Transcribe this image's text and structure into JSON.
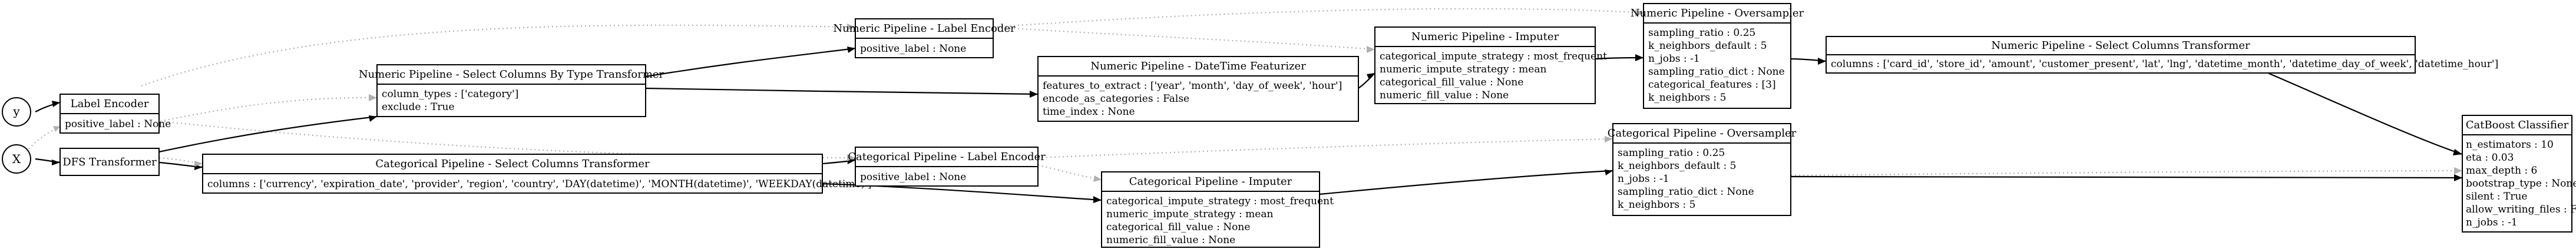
{
  "inputs": {
    "y": "y",
    "x": "X"
  },
  "nodes": {
    "label_encoder": {
      "title": "Label Encoder",
      "rows": [
        "positive_label : None"
      ]
    },
    "dfs_transformer": {
      "title": "DFS Transformer",
      "rows": []
    },
    "num_select_types": {
      "title": "Numeric Pipeline - Select Columns By Type Transformer",
      "rows": [
        "column_types : ['category']",
        "exclude : True"
      ]
    },
    "cat_select_columns": {
      "title": "Categorical Pipeline - Select Columns Transformer",
      "rows": [
        "columns : ['currency', 'expiration_date', 'provider', 'region', 'country', 'DAY(datetime)', 'MONTH(datetime)', 'WEEKDAY(datetime)']"
      ]
    },
    "num_label_encoder": {
      "title": "Numeric Pipeline - Label Encoder",
      "rows": [
        "positive_label : None"
      ]
    },
    "num_datetime": {
      "title": "Numeric Pipeline - DateTime Featurizer",
      "rows": [
        "features_to_extract : ['year', 'month', 'day_of_week', 'hour']",
        "encode_as_categories : False",
        "time_index : None"
      ]
    },
    "cat_label_encoder": {
      "title": "Categorical Pipeline - Label Encoder",
      "rows": [
        "positive_label : None"
      ]
    },
    "cat_imputer": {
      "title": "Categorical Pipeline - Imputer",
      "rows": [
        "categorical_impute_strategy : most_frequent",
        "numeric_impute_strategy : mean",
        "categorical_fill_value : None",
        "numeric_fill_value : None"
      ]
    },
    "num_imputer": {
      "title": "Numeric Pipeline - Imputer",
      "rows": [
        "categorical_impute_strategy : most_frequent",
        "numeric_impute_strategy : mean",
        "categorical_fill_value : None",
        "numeric_fill_value : None"
      ]
    },
    "num_oversampler": {
      "title": "Numeric Pipeline - Oversampler",
      "rows": [
        "sampling_ratio : 0.25",
        "k_neighbors_default : 5",
        "n_jobs : -1",
        "sampling_ratio_dict : None",
        "categorical_features : [3]",
        "k_neighbors : 5"
      ]
    },
    "cat_oversampler": {
      "title": "Categorical Pipeline - Oversampler",
      "rows": [
        "sampling_ratio : 0.25",
        "k_neighbors_default : 5",
        "n_jobs : -1",
        "sampling_ratio_dict : None",
        "k_neighbors : 5"
      ]
    },
    "num_select_columns": {
      "title": "Numeric Pipeline - Select Columns Transformer",
      "rows": [
        "columns : ['card_id', 'store_id', 'amount', 'customer_present', 'lat', 'lng', 'datetime_month', 'datetime_day_of_week', 'datetime_hour']"
      ]
    },
    "catboost": {
      "title": "CatBoost Classifier",
      "rows": [
        "n_estimators : 10",
        "eta : 0.03",
        "max_depth : 6",
        "bootstrap_type : None",
        "silent : True",
        "allow_writing_files : False",
        "n_jobs : -1"
      ]
    }
  }
}
